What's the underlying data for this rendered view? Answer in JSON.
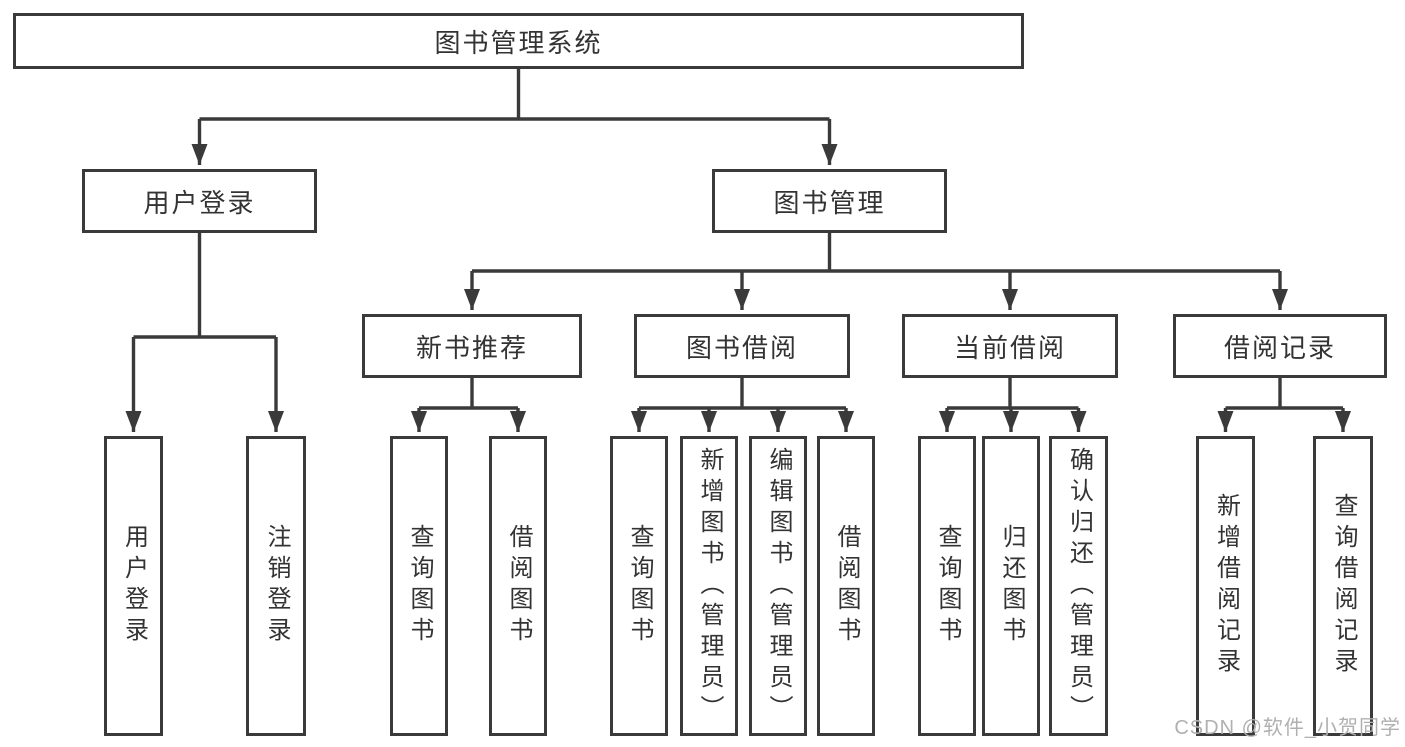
{
  "tree": {
    "label": "图书管理系统",
    "children": [
      {
        "label": "用户登录",
        "children": [
          {
            "label": "用户登录"
          },
          {
            "label": "注销登录"
          }
        ]
      },
      {
        "label": "图书管理",
        "children": [
          {
            "label": "新书推荐",
            "children": [
              {
                "label": "查询图书"
              },
              {
                "label": "借阅图书"
              }
            ]
          },
          {
            "label": "图书借阅",
            "children": [
              {
                "label": "查询图书"
              },
              {
                "label": "新增图书（管理员）"
              },
              {
                "label": "编辑图书（管理员）"
              },
              {
                "label": "借阅图书"
              }
            ]
          },
          {
            "label": "当前借阅",
            "children": [
              {
                "label": "查询图书"
              },
              {
                "label": "归还图书"
              },
              {
                "label": "确认归还（管理员）"
              }
            ]
          },
          {
            "label": "借阅记录",
            "children": [
              {
                "label": "新增借阅记录"
              },
              {
                "label": "查询借阅记录"
              }
            ]
          }
        ]
      }
    ]
  },
  "watermark": {
    "text": "CSDN @软件_小贺同学"
  },
  "colors": {
    "line": "#3a3a3a",
    "text": "#333333",
    "background": "#ffffff",
    "watermark": "#b0b0b0"
  }
}
